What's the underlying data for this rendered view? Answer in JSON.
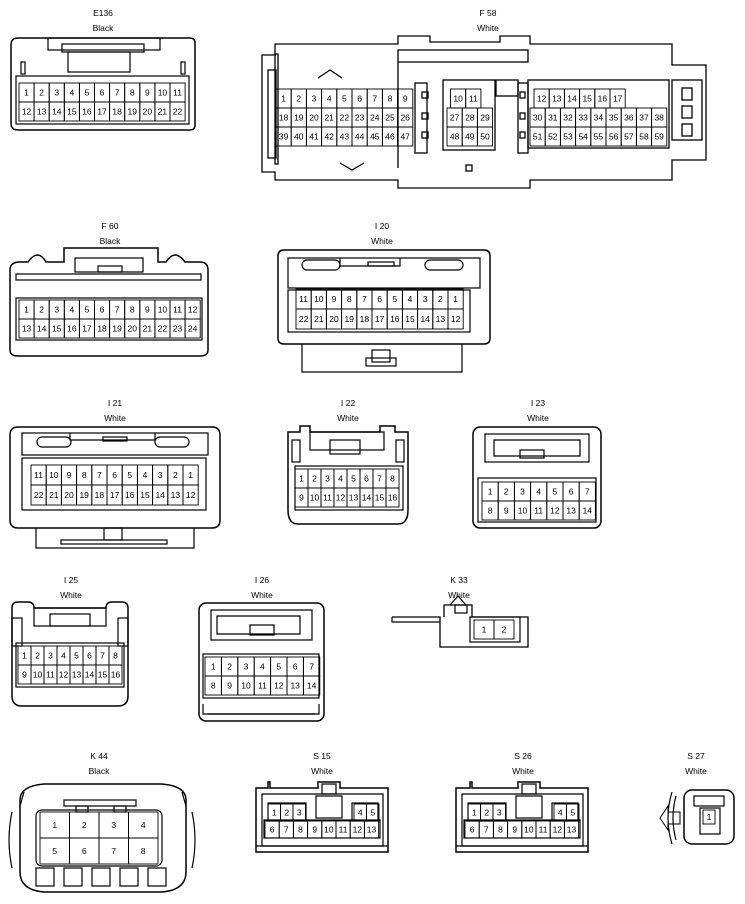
{
  "connectors": [
    {
      "id": "E136",
      "name": "E136",
      "color": "Black",
      "rows": [
        [
          "1",
          "2",
          "3",
          "4",
          "5",
          "6",
          "7",
          "8",
          "9",
          "10",
          "11"
        ],
        [
          "12",
          "13",
          "14",
          "15",
          "16",
          "17",
          "18",
          "19",
          "20",
          "21",
          "22"
        ]
      ]
    },
    {
      "id": "F58",
      "name": "F 58",
      "color": "White",
      "groups": [
        {
          "rows": [
            [
              "1",
              "2",
              "3",
              "4",
              "5",
              "6",
              "7",
              "8",
              "9"
            ],
            [
              "18",
              "19",
              "20",
              "21",
              "22",
              "23",
              "24",
              "25",
              "26"
            ],
            [
              "39",
              "40",
              "41",
              "42",
              "43",
              "44",
              "45",
              "46",
              "47"
            ]
          ]
        },
        {
          "rows": [
            [
              "10",
              "11"
            ],
            [
              "27",
              "28",
              "29"
            ],
            [
              "48",
              "49",
              "50"
            ]
          ]
        },
        {
          "rows": [
            [
              "12",
              "13",
              "14",
              "15",
              "16",
              "17"
            ],
            [
              "30",
              "31",
              "32",
              "33",
              "34",
              "35",
              "36",
              "37",
              "38"
            ],
            [
              "51",
              "52",
              "53",
              "54",
              "55",
              "56",
              "57",
              "58",
              "59"
            ]
          ]
        }
      ]
    },
    {
      "id": "F60",
      "name": "F 60",
      "color": "Black",
      "rows": [
        [
          "1",
          "2",
          "3",
          "4",
          "5",
          "6",
          "7",
          "8",
          "9",
          "10",
          "11",
          "12"
        ],
        [
          "13",
          "14",
          "15",
          "16",
          "17",
          "18",
          "19",
          "20",
          "21",
          "22",
          "23",
          "24"
        ]
      ]
    },
    {
      "id": "I20",
      "name": "I 20",
      "color": "White",
      "rows": [
        [
          "11",
          "10",
          "9",
          "8",
          "7",
          "6",
          "5",
          "4",
          "3",
          "2",
          "1"
        ],
        [
          "22",
          "21",
          "20",
          "19",
          "18",
          "17",
          "16",
          "15",
          "14",
          "13",
          "12"
        ]
      ]
    },
    {
      "id": "I21",
      "name": "I 21",
      "color": "White",
      "rows": [
        [
          "11",
          "10",
          "9",
          "8",
          "7",
          "6",
          "5",
          "4",
          "3",
          "2",
          "1"
        ],
        [
          "22",
          "21",
          "20",
          "19",
          "18",
          "17",
          "16",
          "15",
          "14",
          "13",
          "12"
        ]
      ]
    },
    {
      "id": "I22",
      "name": "I 22",
      "color": "White",
      "rows": [
        [
          "1",
          "2",
          "3",
          "4",
          "5",
          "6",
          "7",
          "8"
        ],
        [
          "9",
          "10",
          "11",
          "12",
          "13",
          "14",
          "15",
          "16"
        ]
      ]
    },
    {
      "id": "I23",
      "name": "I 23",
      "color": "White",
      "rows": [
        [
          "1",
          "2",
          "3",
          "4",
          "5",
          "6",
          "7"
        ],
        [
          "8",
          "9",
          "10",
          "11",
          "12",
          "13",
          "14"
        ]
      ]
    },
    {
      "id": "I25",
      "name": "I 25",
      "color": "White",
      "rows": [
        [
          "1",
          "2",
          "3",
          "4",
          "5",
          "6",
          "7",
          "8"
        ],
        [
          "9",
          "10",
          "11",
          "12",
          "13",
          "14",
          "15",
          "16"
        ]
      ]
    },
    {
      "id": "I26",
      "name": "I 26",
      "color": "White",
      "rows": [
        [
          "1",
          "2",
          "3",
          "4",
          "5",
          "6",
          "7"
        ],
        [
          "8",
          "9",
          "10",
          "11",
          "12",
          "13",
          "14"
        ]
      ]
    },
    {
      "id": "K33",
      "name": "K 33",
      "color": "White",
      "rows": [
        [
          "1",
          "2"
        ]
      ]
    },
    {
      "id": "K44",
      "name": "K 44",
      "color": "Black",
      "rows": [
        [
          "1",
          "2",
          "3",
          "4"
        ],
        [
          "5",
          "6",
          "7",
          "8"
        ]
      ]
    },
    {
      "id": "S15",
      "name": "S 15",
      "color": "White",
      "rows": [
        [
          "1",
          "2",
          "3",
          "4",
          "5"
        ],
        [
          "6",
          "7",
          "8",
          "9",
          "10",
          "11",
          "12",
          "13"
        ]
      ]
    },
    {
      "id": "S26",
      "name": "S 26",
      "color": "White",
      "rows": [
        [
          "1",
          "2",
          "3",
          "4",
          "5"
        ],
        [
          "6",
          "7",
          "8",
          "9",
          "10",
          "11",
          "12",
          "13"
        ]
      ]
    },
    {
      "id": "S27",
      "name": "S 27",
      "color": "White",
      "rows": [
        [
          "1"
        ]
      ]
    }
  ]
}
